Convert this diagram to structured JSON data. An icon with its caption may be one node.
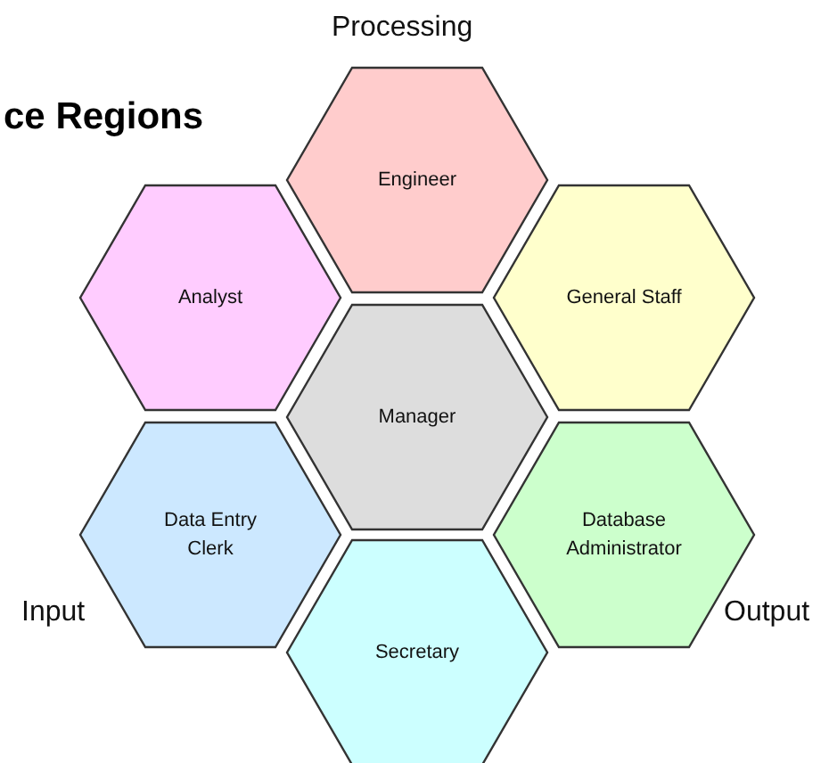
{
  "diagram": {
    "title": "ce Regions",
    "nodes": [
      {
        "text": [
          "Engineer"
        ]
      },
      {
        "text": [
          "Analyst"
        ]
      },
      {
        "text": [
          "General Staff"
        ]
      },
      {
        "text": [
          "Manager"
        ]
      },
      {
        "text": [
          "Data Entry Clerk"
        ]
      },
      {
        "text": [
          "Database Administrator"
        ]
      },
      {
        "text": [
          "Secretary"
        ]
      }
    ],
    "labels": [
      "Processing",
      "Input",
      "Output"
    ]
  }
}
